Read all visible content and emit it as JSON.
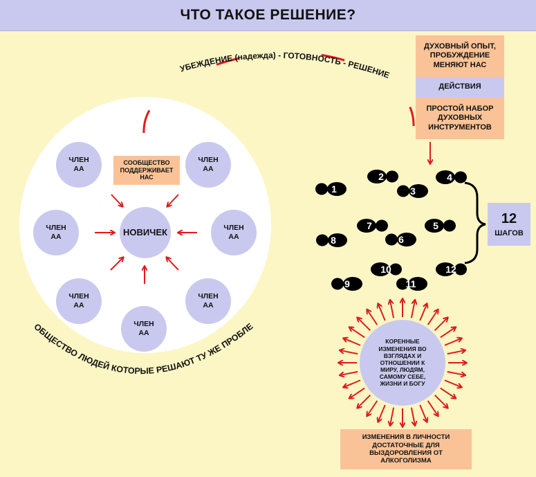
{
  "title": "ЧТО ТАКОЕ РЕШЕНИЕ?",
  "arc_text": "УБЕЖДЕНИЕ (надежда) - ГОТОВНОСТЬ - РЕШЕНИЕ",
  "community": {
    "support_note": "СООБЩЕСТВО ПОДДЕРЖИВАЕТ НАС",
    "newcomer": "НОВИЧЕК",
    "member_label": "ЧЛЕН\nАА",
    "caption": "СООБЩЕСТВО ЛЮДЕЙ КОТОРЫЕ РЕШАЮТ ТУ ЖЕ ПРОБЛЕМУ"
  },
  "right_panel": {
    "experience": "ДУХОВНЫЙ ОПЫТ, ПРОБУЖДЕНИЕ МЕНЯЮТ НАС",
    "actions": "ДЕЙСТВИЯ",
    "toolkit": "ПРОСТОЙ НАБОР ДУХОВНЫХ ИНСТРУМЕНТОВ"
  },
  "steps": {
    "numbers": [
      "1",
      "2",
      "3",
      "4",
      "5",
      "6",
      "7",
      "8",
      "9",
      "10",
      "11",
      "12"
    ],
    "count": "12",
    "label": "ШАГОВ"
  },
  "changes": {
    "core": "КОРЕННЫЕ ИЗМЕНЕНИЯ ВО ВЗГЛЯДАХ И ОТНОШЕНИИ К МИРУ, ЛЮДЯМ, САМОМУ СЕБЕ, ЖИЗНИ И БОГУ",
    "result": "ИЗМЕНЕНИЯ В ЛИЧНОСТИ ДОСТАТОЧНЫЕ ДЛЯ ВЫЗДОРОВЛЕНИЯ ОТ АЛКОГОЛИЗМА"
  },
  "colors": {
    "background": "#fbf6c4",
    "lavender": "#c9c9ef",
    "peach": "#f9c397",
    "arrow_red": "#e01a1a"
  }
}
